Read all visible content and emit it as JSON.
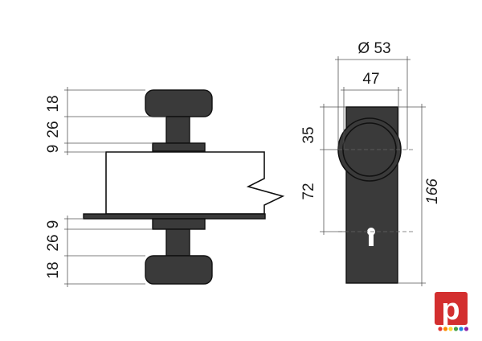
{
  "dimensions": {
    "diameter_outer": "Ø 53",
    "width_rosette": "47",
    "height_rosette_top": "35",
    "height_key_offset": "72",
    "total_height": "166",
    "side_top_knob": "18",
    "side_top_neck": "26",
    "side_top_plate": "9",
    "side_bottom_plate": "9",
    "side_bottom_neck": "26",
    "side_bottom_knob": "18"
  },
  "logo": {
    "letter": "p",
    "dot_colors": [
      "#e53935",
      "#fb8c00",
      "#fdd835",
      "#43a047",
      "#1e88e5",
      "#8e24aa"
    ]
  },
  "colors": {
    "hardware": "#3a3a3a",
    "outline": "#111111",
    "logo_red": "#d32f2f"
  }
}
